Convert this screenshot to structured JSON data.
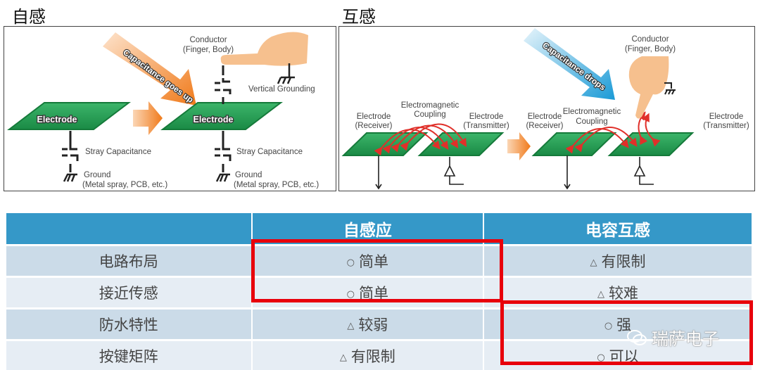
{
  "titles": {
    "self": "自感",
    "mutual": "互感"
  },
  "self_diagram": {
    "arrow_text": "Capacitance goes up",
    "conductor": [
      "Conductor",
      "(Finger, Body)"
    ],
    "vertical_grounding": "Vertical Grounding",
    "electrode": "Electrode",
    "stray": "Stray Capacitance",
    "ground": [
      "Ground",
      "(Metal spray, PCB, etc.)"
    ]
  },
  "mutual_diagram": {
    "arrow_text": "Capacitance drops",
    "conductor": [
      "Conductor",
      "(Finger, Body)"
    ],
    "receiver": [
      "Electrode",
      "(Receiver)"
    ],
    "coupling": [
      "Electromagnetic",
      "Coupling"
    ],
    "transmitter": [
      "Electrode",
      "(Transmitter)"
    ]
  },
  "table": {
    "headers": [
      "",
      "自感应",
      "电容互感"
    ],
    "rows": [
      {
        "label": "电路布局",
        "self": {
          "mark": "○",
          "text": "简单"
        },
        "mutual": {
          "mark": "△",
          "text": "有限制"
        }
      },
      {
        "label": "接近传感",
        "self": {
          "mark": "○",
          "text": "简单"
        },
        "mutual": {
          "mark": "△",
          "text": "较难"
        }
      },
      {
        "label": "防水特性",
        "self": {
          "mark": "△",
          "text": "较弱"
        },
        "mutual": {
          "mark": "○",
          "text": "强"
        }
      },
      {
        "label": "按键矩阵",
        "self": {
          "mark": "△",
          "text": "有限制"
        },
        "mutual": {
          "mark": "○",
          "text": "可以"
        }
      }
    ]
  },
  "watermark": "瑞萨电子",
  "colors": {
    "header": "#3598c8",
    "highlight": "#e8000b",
    "electrode": "#1e9a4e",
    "orange": "#f07a1a",
    "blue": "#1a9ad6"
  }
}
